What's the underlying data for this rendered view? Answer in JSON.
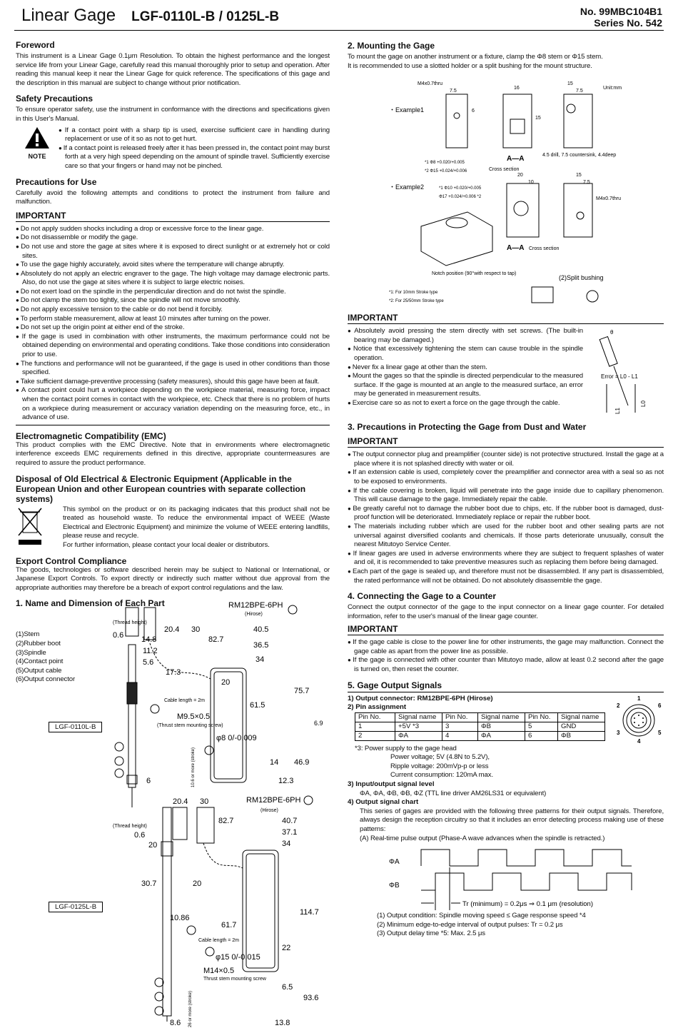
{
  "header": {
    "title": "Linear Gage",
    "model": "LGF-0110L-B / 0125L-B",
    "doc_no": "No. 99MBC104B1",
    "series": "Series No. 542"
  },
  "foreword": {
    "heading": "Foreword",
    "text": "This instrument is a Linear Gage 0.1μm Resolution. To obtain the highest performance and the longest service life from your Linear Gage, carefully read this manual thoroughly prior to setup and operation. After reading this manual keep it near the Linear Gage for quick reference. The specifications of this gage and the description in this manual are subject to change without prior notification."
  },
  "safety": {
    "heading": "Safety Precautions",
    "intro": "To ensure operator safety, use the instrument in conformance with the directions and specifications given in this User's Manual.",
    "note_label": "NOTE",
    "items": [
      "If a contact point with a sharp tip is used, exercise sufficient care in handling during replacement or use of it so as not to get hurt.",
      "If a contact point is released freely after it has been pressed in, the contact point may burst forth at a very high speed depending on the amount of spindle travel.   Sufficiently exercise care so that your fingers or hand may not be pinched."
    ]
  },
  "use": {
    "heading": "Precautions for Use",
    "intro": "Carefully avoid the following attempts and conditions to protect the instrument from failure and malfunction.",
    "important": "IMPORTANT",
    "items": [
      "Do not apply sudden shocks including a drop or excessive force to the linear gage.",
      "Do not disassemble or modify the gage.",
      "Do not use and store the gage at sites where it is exposed to direct sunlight or at extremely hot or cold sites.",
      "To use the gage highly accurately, avoid sites where the temperature will change abruptly.",
      "Absolutely do not apply an electric engraver to the gage. The high voltage may damage electronic parts. Also, do not use the gage at sites where it is subject to large electric noises.",
      "Do not exert load on the spindle in the perpendicular direction and do not twist the spindle.",
      "Do not clamp the stem too tightly, since the spindle will not move smoothly.",
      "Do not apply excessive tension to the cable or do not bend it forcibly.",
      "To perform stable measurement, allow at least 10 minutes after turning on the power.",
      "Do not set up the origin point at either end of the stroke.",
      "If the gage is used in combination with other instruments, the maximum performance could not be obtained depending on environmental and operating conditions. Take those conditions into consideration prior to use.",
      "The functions and performance will not be guaranteed, if the gage is used in other conditions than those specified.",
      "Take sufficient damage-preventive processing (safety measures), should this gage have been at fault.",
      "A contact point could hurt a workpiece depending on the workpiece material, measuring force, impact when the contact point comes in contact with the workpiece, etc.   Check that there is no problem of hurts on a workpiece during measurement or accuracy variation depending on the measuring force, etc., in advance of use."
    ]
  },
  "emc": {
    "heading": "Electromagnetic Compatibility (EMC)",
    "text": "This product complies with the EMC Directive. Note that in environments where electromagnetic interference exceeds EMC requirements defined in this directive, appropriate countermeasures are required to assure the product performance."
  },
  "disposal": {
    "heading": "Disposal of Old Electrical & Electronic Equipment (Applicable in the European Union and other European countries with separate collection systems)",
    "text": "This symbol on the product or on its packaging indicates that this product shall not be treated as household waste. To reduce the environmental impact of WEEE (Waste Electrical and Electronic Equipment) and minimize the volume of WEEE entering landfills, please reuse and recycle.",
    "text2": "For further information, please contact your local dealer or distributors."
  },
  "export": {
    "heading": "Export Control Compliance",
    "text": "The goods, technologies or software described herein may be subject to National or International, or Japanese Export Controls. To export directly or indirectly such matter without due approval from the appropriate authorities may therefore be a breach of export control regulations and the law."
  },
  "names": {
    "heading": "1. Name and Dimension of Each Part",
    "parts": [
      "(1)Stem",
      "(2)Rubber boot",
      "(3)Spindle",
      "(4)Contact point",
      "(5)Output cable",
      "(6)Output connector"
    ],
    "fig1": {
      "model": "LGF-0110L-B",
      "connector": "RM12BPE-6PH",
      "hirose": "(Hirose)",
      "thread": "(Thread height)",
      "cable": "Cable length = 2m",
      "screw": "M9.5×0.5",
      "screw_note": "(Thrust stem mounting screw)",
      "stem": "φ8 0/-0.009",
      "stroke": "10.6 or more (stroke)",
      "dims": [
        "0.6",
        "14.8",
        "11.2",
        "5.6",
        "17.3",
        "20.4",
        "30",
        "82.7",
        "40.5",
        "36.5",
        "34",
        "20",
        "61.5",
        "75.7",
        "6.9",
        "14",
        "46.9",
        "6",
        "12.3"
      ]
    },
    "fig2": {
      "model": "LGF-0125L-B",
      "connector": "RM12BPE-6PH",
      "hirose": "(Hirose)",
      "thread": "(Thread height)",
      "cable": "Cable length = 2m",
      "screw": "M14×0.5",
      "screw_note": "Thrust stem mounting screw",
      "stem": "φ15 0/-0.015",
      "stroke": "26 or more (stroke)",
      "dims": [
        "0.6",
        "20",
        "30.7",
        "10.86",
        "20.4",
        "30",
        "40.7",
        "37.1",
        "34",
        "82.7",
        "20",
        "61.7",
        "114.7",
        "22",
        "6.5",
        "93.6",
        "8.6",
        "13.8"
      ]
    }
  },
  "mounting": {
    "heading": "2. Mounting the Gage",
    "text": "To mount the gage on another instrument or a fixture, clamp the Φ8 stem or Φ15 stem.",
    "text2": "It is recommended to use a slotted holder or a split bushing for the mount structure.",
    "unit": "Unit:mm",
    "example1": "・Example1",
    "example2": "・Example2",
    "thru": "M4x0.7thru",
    "cross": "Cross section",
    "aa": "A—A",
    "drill": "4.5 drill, 7.5 countersink, 4.4deep",
    "notch": "Notch position (90°with respect to tap)",
    "split": "(2)Split bushing",
    "fn1": "*1: For 10mm Stroke type",
    "fn2": "*2: For 25/50mm Stroke type",
    "dims": [
      "7.5",
      "16",
      "15",
      "7.5",
      "6",
      "15",
      "20",
      "10",
      "15",
      "7.5"
    ],
    "tol": [
      "*1 Φ8 +0.020/+0.005",
      "*2 Φ15 +0.024/+0.006",
      "*1 Φ10 +0.020/+0.005",
      "Φ17 +0.024/+0.006 *2"
    ]
  },
  "mount_important": {
    "label": "IMPORTANT",
    "items": [
      "Absolutely avoid pressing the stem directly with set screws. (The built-in bearing may be damaged.)",
      "Notice that excessively tightening the stem can cause trouble in the spindle operation.",
      "Never fix a linear gage at other than the stem.",
      "Mount the gages so that the spindle is directed perpendicular to the measured surface. If the gage is mounted at an angle to the measured surface, an error may be generated in measurement results.",
      "Exercise care so as not to exert a force on the gage through the cable."
    ],
    "error": "Error = L0 - L1",
    "theta": "θ",
    "l0": "L0",
    "l1": "L1"
  },
  "dust": {
    "heading": "3. Precautions in Protecting the Gage from Dust and Water",
    "important": "IMPORTANT",
    "items": [
      "The output connector plug and preamplifier (counter side) is not protective structured. Install the gage at a place where it is not splashed directly with water or oil.",
      "If an extension cable is used, completely cover the preamplifier and connector area with a seal so as not to be exposed to environments.",
      "If the cable covering is broken, liquid will penetrate into the gage inside due to capillary phenomenon. This will cause damage to the gage. Immediately repair the cable.",
      "Be greatly careful not to damage the rubber boot due to chips, etc. If the rubber boot is damaged, dust-proof function will be deteriorated. Immediately replace or repair the rubber boot.",
      "The materials including rubber which are used for the rubber boot and other sealing parts are not universal against diversified coolants and chemicals. If those parts deteriorate unusually, consult the nearest Mitutoyo Service Center.",
      "If linear gages are used in adverse environments where they are subject to frequent splashes of water and oil, it is recommended to take preventive measures such as replacing them before being damaged.",
      "Each part of the gage is sealed up, and therefore must not be disassembled. If any part is disassembled, the rated performance will not be obtained. Do not absolutely disassemble the gage."
    ]
  },
  "counter": {
    "heading": "4. Connecting the Gage to a Counter",
    "text": "Connect the output connector of the gage to the input connector on a linear gage counter. For detailed information, refer to the user's manual of the linear gage counter.",
    "important": "IMPORTANT",
    "items": [
      "If the gage cable is close to the power line for other instruments, the gage may malfunction. Connect the gage cable as apart from the power line as possible.",
      "If the gage is connected with other counter than Mitutoyo made, allow at least 0.2 second after the gage is turned on, then reset the counter."
    ]
  },
  "output": {
    "heading": "5. Gage Output Signals",
    "s1": "1) Output connector: RM12BPE-6PH (Hirose)",
    "s2": "2) Pin assignment",
    "table": {
      "headers": [
        "Pin No.",
        "Signal name",
        "Pin No.",
        "Signal name",
        "Pin No.",
        "Signal name"
      ],
      "rows": [
        [
          "1",
          "+5V *3",
          "3",
          "ΦB",
          "5",
          "GND"
        ],
        [
          "2",
          "ΦA",
          "4",
          "ΦA",
          "6",
          "ΦB"
        ]
      ]
    },
    "pins": [
      "1",
      "2",
      "3",
      "4",
      "5",
      "6"
    ],
    "note3": "*3: Power supply to the gage head",
    "power": [
      "Power voltage; 5V (4.8N to 5.2V),",
      "Ripple voltage: 200mVp-p or less",
      "Current consumption: 120mA max."
    ],
    "s3": "3) Input/output signal level",
    "levels": "ΦA, ΦA, ΦB, ΦB, ΦZ (TTL line driver AM26LS31 or equivalent)",
    "s4": "4) Output signal chart",
    "chart_text": "This series of gages are provided with the following three patterns for their output signals. Therefore, always design the reception circuitry so that it includes an error detecting process making use of these patterns:",
    "pattern_a": "(A) Real-time pulse output (Phase-A wave advances when the spindle is retracted.)",
    "phase_a": "ΦA",
    "phase_b": "ΦB",
    "tr": "Tr (minimum) = 0.2μs  ⇒  0.1 μm (resolution)",
    "conditions": [
      "(1) Output condition: Spindle moving speed ≤ Gage response speed *4",
      "(2) Minimum edge-to-edge interval of output pulses: Tr = 0.2 μs",
      "(3) Output delay time *5: Max. 2.5 μs"
    ]
  }
}
